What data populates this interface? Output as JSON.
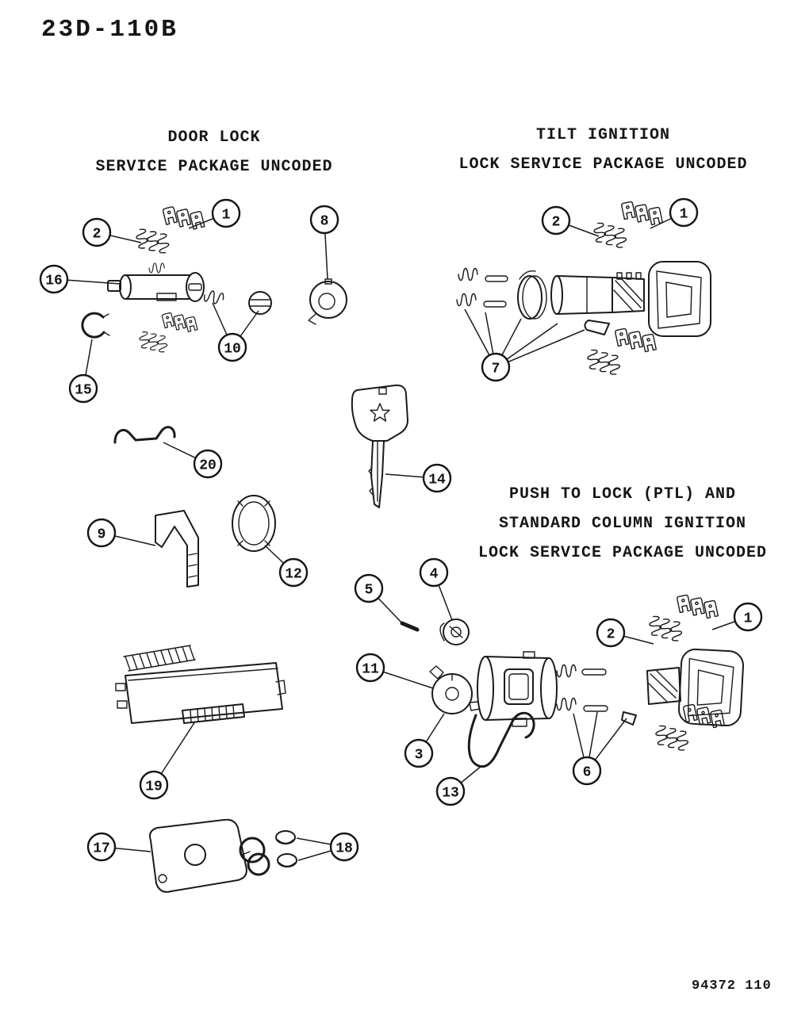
{
  "page": {
    "drawing_number": "23D-110B",
    "catalog_number": "94372 110",
    "background_color": "#ffffff",
    "line_color": "#1b1b1b"
  },
  "sections": {
    "door_lock": {
      "lines": [
        "DOOR LOCK",
        "SERVICE PACKAGE UNCODED"
      ]
    },
    "tilt_ignition": {
      "lines": [
        "TILT IGNITION",
        "LOCK SERVICE PACKAGE UNCODED"
      ]
    },
    "push_to_lock": {
      "lines": [
        "PUSH TO LOCK (PTL) AND",
        "STANDARD COLUMN IGNITION",
        "LOCK SERVICE PACKAGE UNCODED"
      ]
    }
  },
  "callouts": {
    "n1": "1",
    "n2": "2",
    "n3": "3",
    "n4": "4",
    "n5": "5",
    "n6": "6",
    "n7": "7",
    "n8": "8",
    "n9": "9",
    "n10": "10",
    "n11": "11",
    "n12": "12",
    "n13": "13",
    "n14": "14",
    "n15": "15",
    "n16": "16",
    "n17": "17",
    "n18": "18",
    "n19": "19",
    "n20": "20"
  }
}
